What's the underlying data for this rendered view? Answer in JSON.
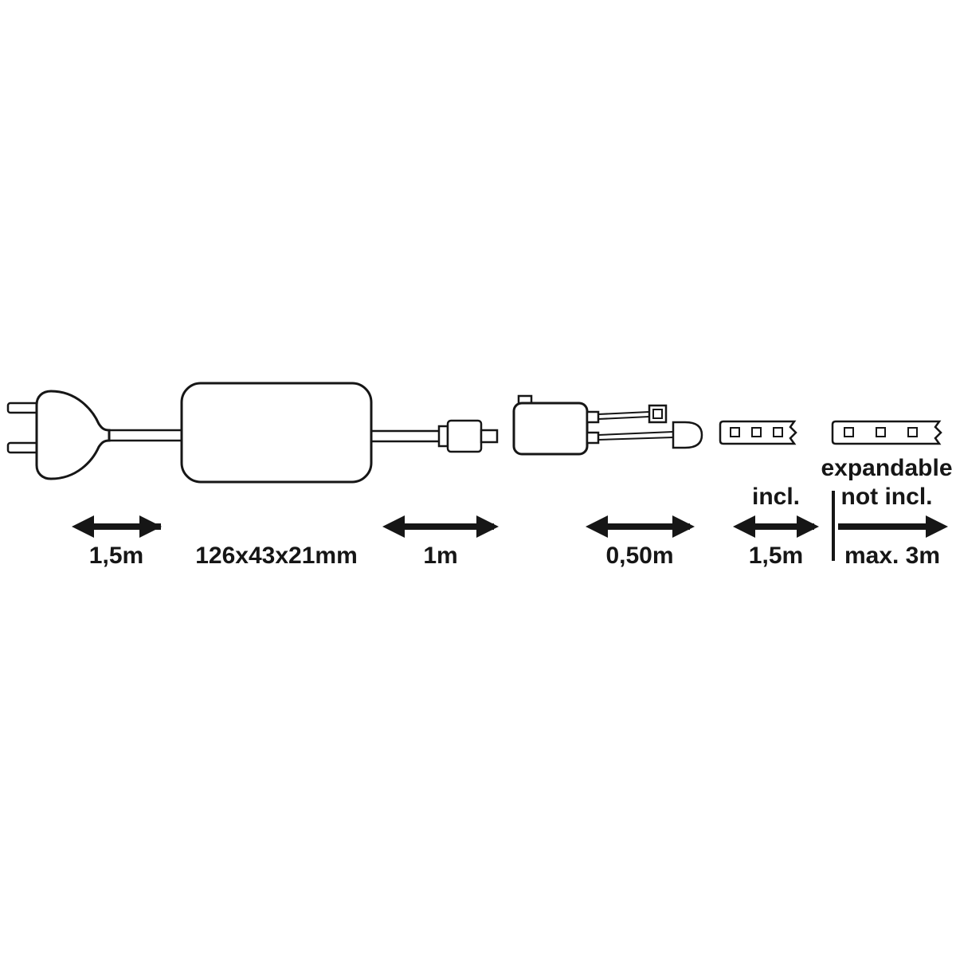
{
  "diagram": {
    "description": "LED strip set dimensions diagram",
    "colors": {
      "line": "#161616",
      "background": "#ffffff"
    },
    "segments": [
      {
        "id": "plug-cable",
        "label": "1,5m"
      },
      {
        "id": "power-supply",
        "label": "126x43x21mm"
      },
      {
        "id": "output-cable",
        "label": "1m"
      },
      {
        "id": "controller-cable",
        "label": "0,50m"
      },
      {
        "id": "strip-included",
        "label": "1,5m",
        "note": "incl."
      },
      {
        "id": "strip-expandable",
        "label": "max. 3m",
        "note_line1": "expandable",
        "note_line2": "not incl."
      }
    ]
  }
}
